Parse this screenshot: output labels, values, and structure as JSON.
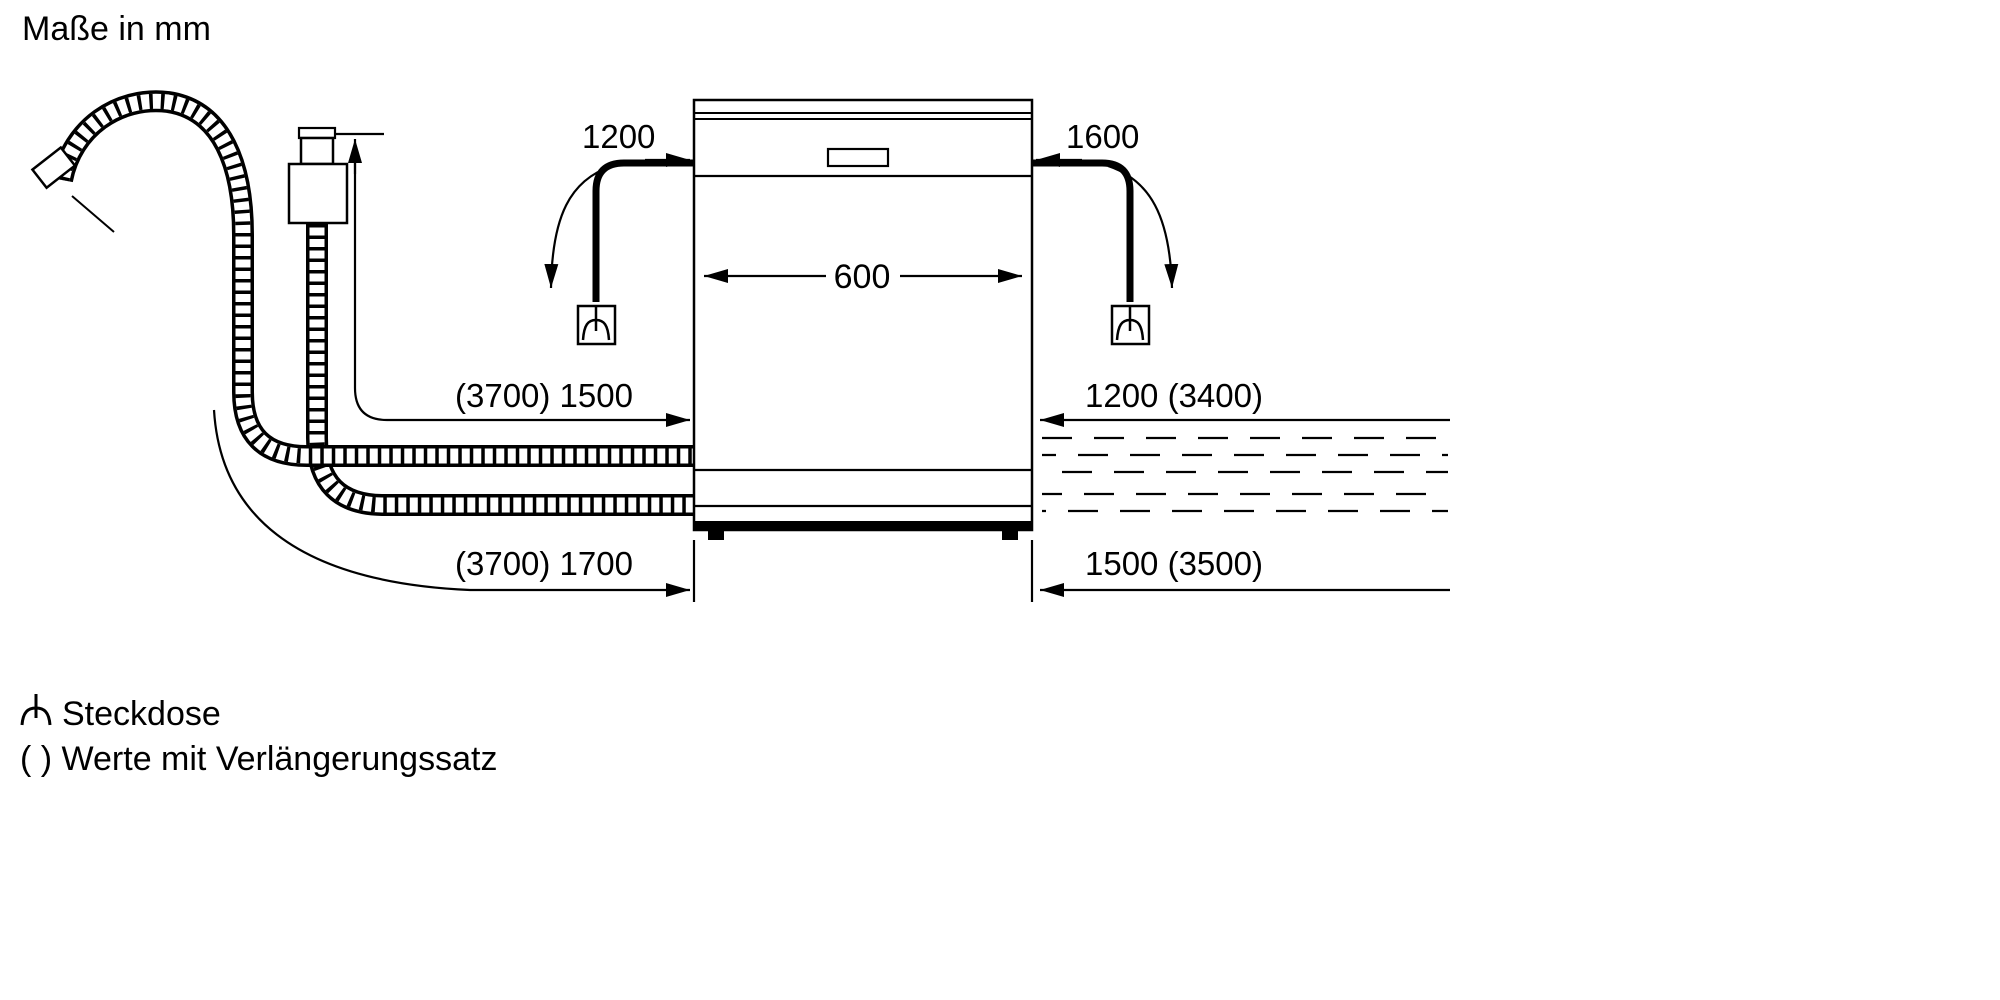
{
  "title": "Maße in mm",
  "dimensions": {
    "cable_left": "1200",
    "cable_right": "1600",
    "width": "600",
    "drain_hose": "(3700) 1500",
    "supply_hose": "(3700) 1700",
    "right_upper": "1200 (3400)",
    "right_lower": "1500 (3500)"
  },
  "legend": {
    "socket": "Steckdose",
    "note": "( ) Werte mit Verlängerungssatz"
  },
  "colors": {
    "line": "#000000",
    "background": "#ffffff"
  }
}
